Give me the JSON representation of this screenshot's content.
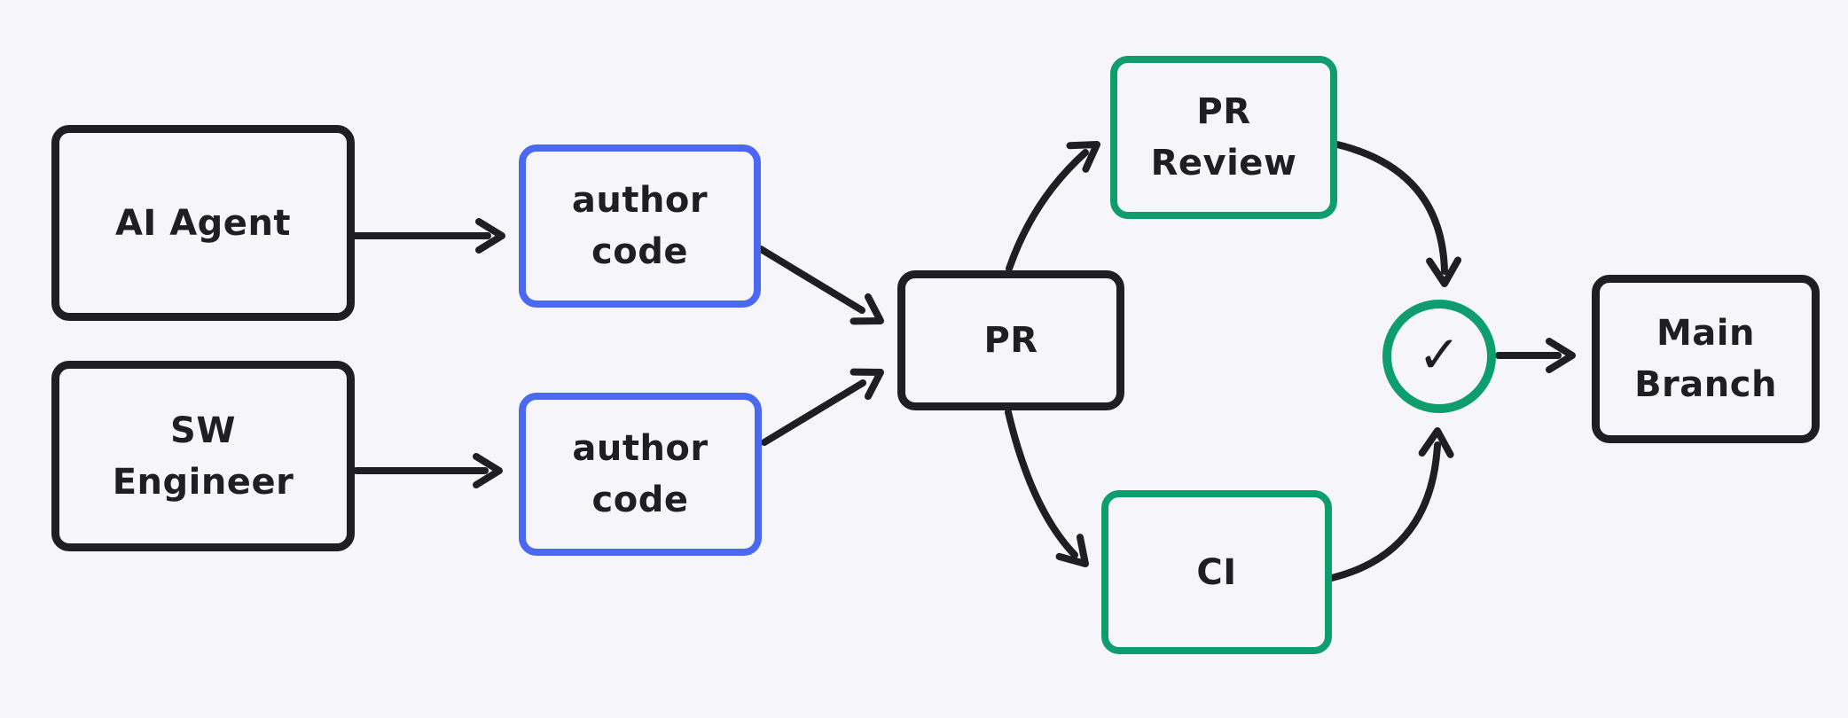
{
  "colors": {
    "bg": "#f6f6fa",
    "ink": "#1e1e24",
    "blue": "#4b69f0",
    "green": "#0e9e6e"
  },
  "nodes": {
    "ai_agent": {
      "label": "AI Agent"
    },
    "sw_engineer": {
      "label": "SW\nEngineer"
    },
    "author_code_top": {
      "label": "author\ncode"
    },
    "author_code_bottom": {
      "label": "author\ncode"
    },
    "pr": {
      "label": "PR"
    },
    "pr_review": {
      "label": "PR\nReview"
    },
    "ci": {
      "label": "CI"
    },
    "main_branch": {
      "label": "Main\nBranch"
    }
  },
  "icons": {
    "check": "✓"
  }
}
